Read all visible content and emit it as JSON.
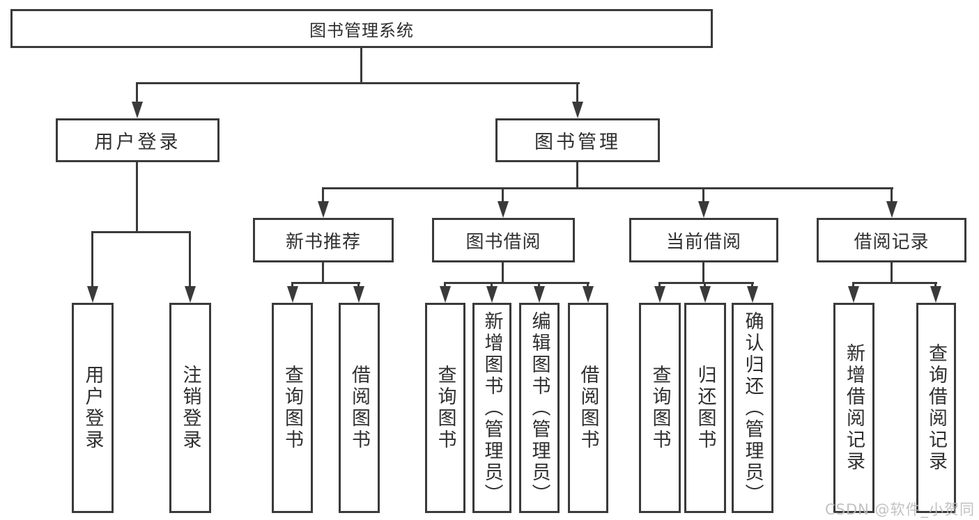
{
  "tree": {
    "label": "图书管理系统",
    "children": [
      {
        "label": "用户登录",
        "children": [
          {
            "label": "用户登录"
          },
          {
            "label": "注销登录"
          }
        ]
      },
      {
        "label": "图书管理",
        "children": [
          {
            "label": "新书推荐",
            "children": [
              {
                "label": "查询图书"
              },
              {
                "label": "借阅图书"
              }
            ]
          },
          {
            "label": "图书借阅",
            "children": [
              {
                "label": "查询图书"
              },
              {
                "label": "新增图书（管理员）"
              },
              {
                "label": "编辑图书（管理员）"
              },
              {
                "label": "借阅图书"
              }
            ]
          },
          {
            "label": "当前借阅",
            "children": [
              {
                "label": "查询图书"
              },
              {
                "label": "归还图书"
              },
              {
                "label": "确认归还（管理员）"
              }
            ]
          },
          {
            "label": "借阅记录",
            "children": [
              {
                "label": "新增借阅记录"
              },
              {
                "label": "查询借阅记录"
              }
            ]
          }
        ]
      }
    ]
  },
  "watermark": {
    "text": "CSDN @软件_小贺同学"
  },
  "colors": {
    "line": "#3a3a3a",
    "text": "#2f2f2f",
    "background": "#ffffff",
    "watermark": "#bdbdbd"
  }
}
